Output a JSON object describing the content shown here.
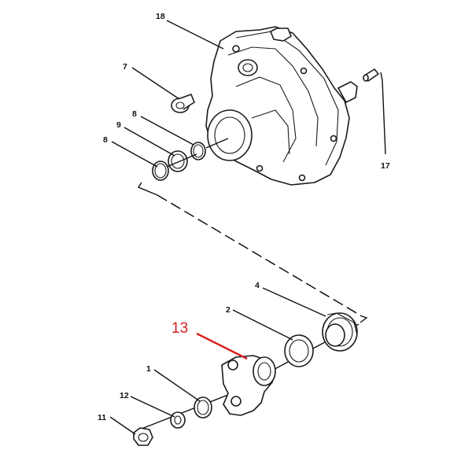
{
  "diagram": {
    "callouts": {
      "c18": "18",
      "c7": "7",
      "c8a": "8",
      "c9": "9",
      "c8b": "8",
      "c17": "17",
      "c4": "4",
      "c2": "2",
      "c13": "13",
      "c1": "1",
      "c12": "12",
      "c11": "11"
    },
    "highlight_color": "#d42020"
  }
}
